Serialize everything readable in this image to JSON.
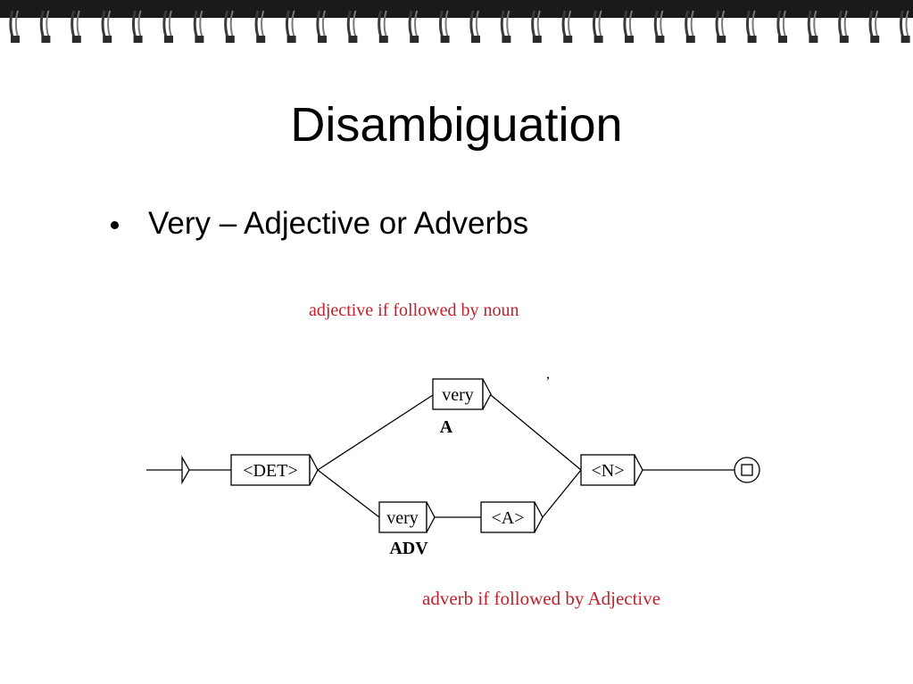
{
  "slide": {
    "title": "Disambiguation",
    "bullets": [
      "Very – Adjective or Adverbs"
    ]
  },
  "colors": {
    "annotation": "#c0202a",
    "binding": "#1a1a1a",
    "line": "#000000"
  },
  "graph": {
    "annotations": {
      "top": "adjective if followed by noun",
      "bottom": "adverb if followed by Adjective"
    },
    "nodes": {
      "det": "<DET>",
      "very_a": "very",
      "very_adv": "very",
      "a": "<A>",
      "n": "<N>"
    },
    "outputs": {
      "very_a": "A",
      "very_adv": "ADV"
    },
    "stray_mark": ","
  }
}
